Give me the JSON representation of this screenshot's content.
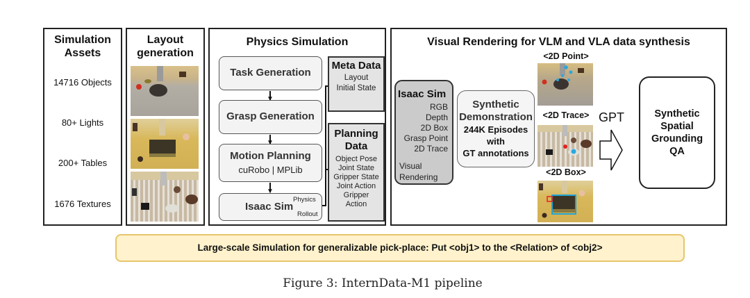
{
  "panels": {
    "assets": {
      "title_line1": "Simulation",
      "title_line2": "Assets",
      "items": [
        "14716 Objects",
        "80+ Lights",
        "200+ Tables",
        "1676 Textures"
      ]
    },
    "layout": {
      "title_line1": "Layout",
      "title_line2": "generation",
      "images": [
        "scene-grey-table-with-pot",
        "scene-yellow-table-with-microwave",
        "scene-patterned-tablecloth-with-objects"
      ]
    },
    "physics": {
      "title": "Physics Simulation",
      "steps": {
        "task": "Task Generation",
        "grasp": "Grasp Generation",
        "motion": "Motion Planning",
        "motion_sub": "cuRobo | MPLib",
        "isaac": "Isaac Sim",
        "isaac_sup": "Physics",
        "isaac_sub": "Rollout"
      },
      "meta": {
        "title": "Meta Data",
        "items": [
          "Layout",
          "Initial State"
        ]
      },
      "planning": {
        "title_line1": "Planning",
        "title_line2": "Data",
        "items": [
          "Object Pose",
          "Joint State",
          "Gripper State",
          "Joint Action",
          "Gripper",
          "Action"
        ]
      }
    },
    "visual": {
      "title": "Visual Rendering for VLM and VLA data synthesis",
      "isaac": {
        "title": "Isaac Sim",
        "items": [
          "RGB",
          "Depth",
          "2D Box",
          "Grasp Point",
          "2D Trace"
        ],
        "footer_line1": "Visual",
        "footer_line2": "Rendering"
      },
      "demo": {
        "line1": "Synthetic",
        "line2": "Demonstration",
        "line3": "244K Episodes",
        "line4": "with",
        "line5": "GT annotations"
      },
      "examples": [
        {
          "label": "<2D Point>"
        },
        {
          "label": "<2D Trace>"
        },
        {
          "label": "<2D Box>"
        }
      ],
      "gpt_label": "GPT",
      "qa": {
        "line1": "Synthetic",
        "line2": "Spatial",
        "line3": "Grounding",
        "line4": "QA"
      }
    }
  },
  "banner": "Large-scale Simulation for generalizable pick-place: Put <obj1> to the <Relation> of <obj2>",
  "caption": "Figure 3: InternData-M1 pipeline",
  "colors": {
    "banner_fill": "#fff2cc",
    "banner_border": "#e6c56a",
    "point_marker": "#29a8e0",
    "trace_marker": "#e52020",
    "box_marker_blue": "#1fa5d6",
    "box_marker_red": "#e52020"
  }
}
